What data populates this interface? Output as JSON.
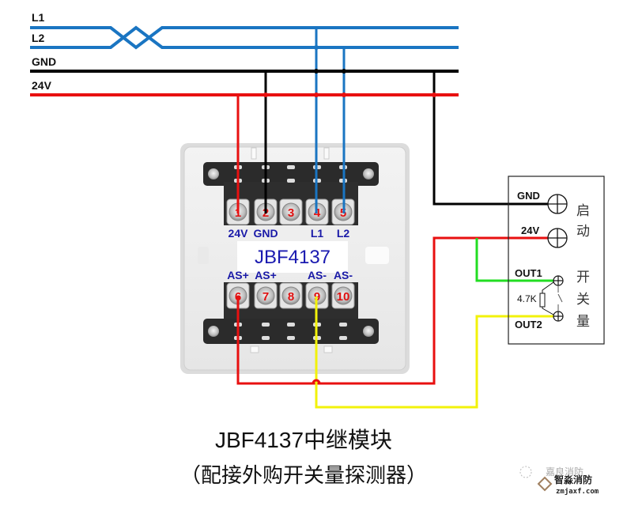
{
  "bus": {
    "lines": [
      {
        "id": "L1",
        "label": "L1",
        "color": "#1a75c2"
      },
      {
        "id": "L2",
        "label": "L2",
        "color": "#1a75c2"
      },
      {
        "id": "GND",
        "label": "GND",
        "color": "#000000"
      },
      {
        "id": "24V",
        "label": "24V",
        "color": "#e81010"
      }
    ]
  },
  "module": {
    "model": "JBF4137",
    "top_terminals": [
      {
        "num": "1",
        "label": "24V"
      },
      {
        "num": "2",
        "label": "GND"
      },
      {
        "num": "3",
        "label": ""
      },
      {
        "num": "4",
        "label": "L1"
      },
      {
        "num": "5",
        "label": "L2"
      }
    ],
    "bottom_terminals": [
      {
        "num": "6",
        "label": "AS+"
      },
      {
        "num": "7",
        "label": "AS+"
      },
      {
        "num": "8",
        "label": ""
      },
      {
        "num": "9",
        "label": "AS-"
      },
      {
        "num": "10",
        "label": "AS-"
      }
    ]
  },
  "detector": {
    "terminals": [
      "GND",
      "24V",
      "OUT1",
      "OUT2"
    ],
    "resistor": "4.7K",
    "label_top": [
      "启",
      "动"
    ],
    "label_bottom": [
      "开",
      "关",
      "量"
    ]
  },
  "wire_colors": {
    "red": "#e81010",
    "black": "#000000",
    "blue": "#1a75c2",
    "green": "#22dd22",
    "yellow": "#f2f20a"
  },
  "caption": {
    "title": "JBF4137中继模块",
    "subtitle": "（配接外购开关量探测器）"
  },
  "watermark": {
    "faded": "嘉良消防",
    "brand": "智淼消防",
    "url": "zmjaxf.com"
  }
}
